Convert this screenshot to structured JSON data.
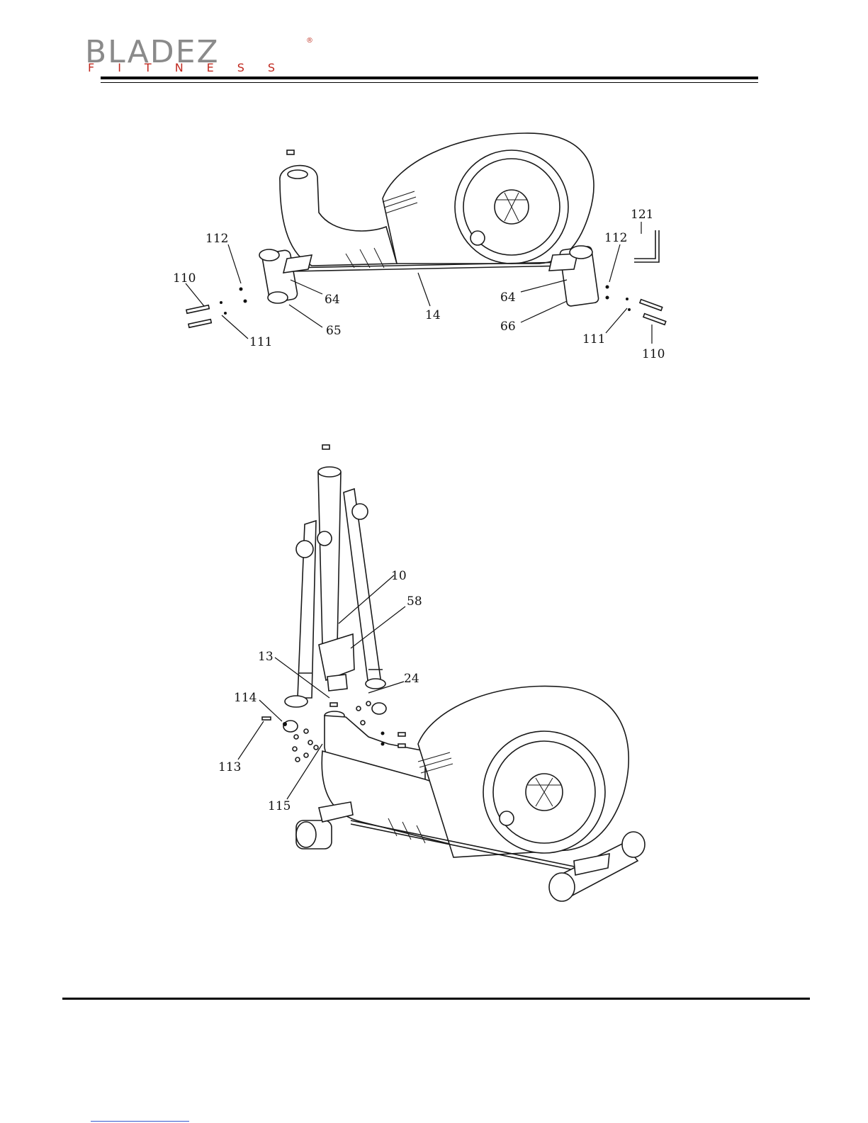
{
  "brand": {
    "name": "BLADEZ",
    "registered": "®",
    "sub": "FITNESS",
    "primary_color": "#8a8a8a",
    "accent_color": "#c0281e"
  },
  "figure1": {
    "labels": [
      "112",
      "110",
      "64",
      "65",
      "111",
      "14",
      "121",
      "112",
      "64",
      "66",
      "111",
      "110"
    ]
  },
  "figure2": {
    "labels": [
      "10",
      "58",
      "13",
      "24",
      "114",
      "113",
      "115"
    ]
  }
}
